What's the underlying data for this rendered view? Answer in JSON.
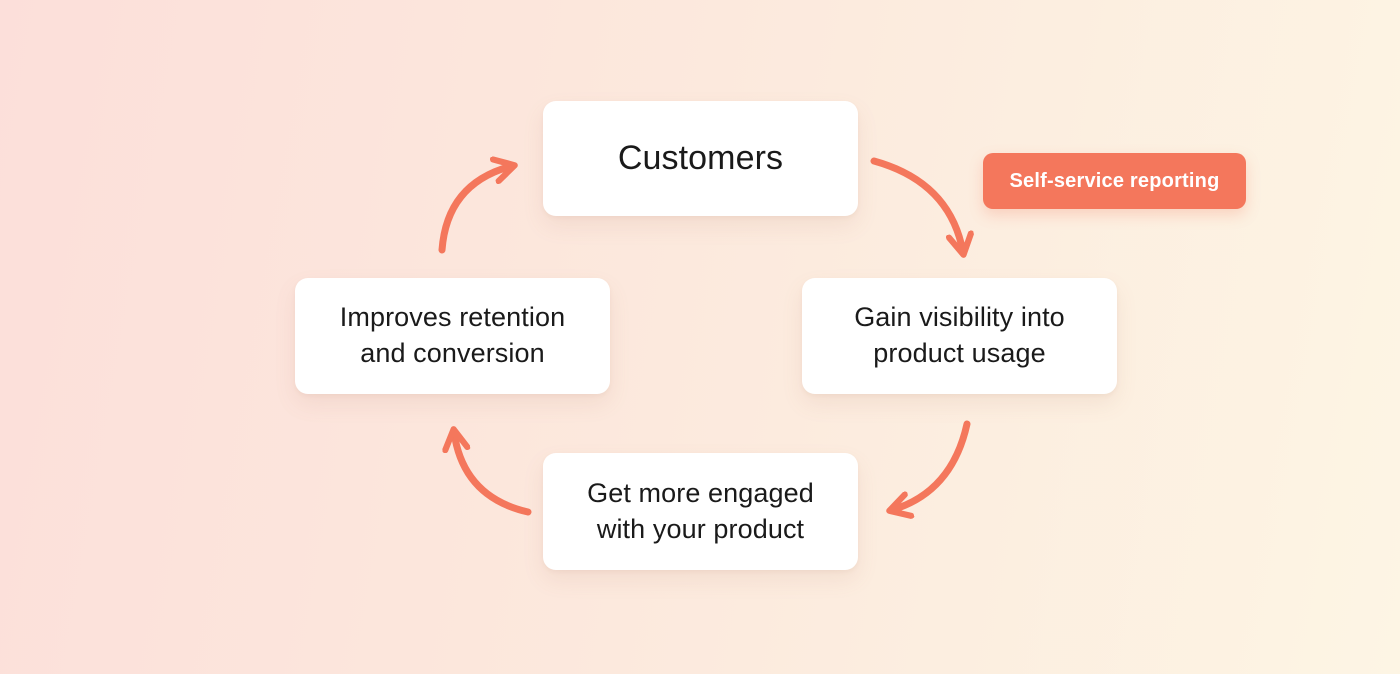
{
  "colors": {
    "accent": "#f4775c",
    "text": "#1a1a1a",
    "bg-left": "#fcdfda",
    "bg-mid": "#fce9dd",
    "bg-right": "#fdf5e4"
  },
  "diagram": {
    "type": "cycle",
    "nodes": [
      {
        "id": "customers",
        "label": "Customers"
      },
      {
        "id": "gain-visibility",
        "label": "Gain visibility into\nproduct usage"
      },
      {
        "id": "get-engaged",
        "label": "Get more engaged\nwith your product"
      },
      {
        "id": "improves-retention",
        "label": "Improves retention\nand conversion"
      }
    ],
    "edges": [
      {
        "from": "customers",
        "to": "gain-visibility"
      },
      {
        "from": "gain-visibility",
        "to": "get-engaged"
      },
      {
        "from": "get-engaged",
        "to": "improves-retention"
      },
      {
        "from": "improves-retention",
        "to": "customers"
      }
    ],
    "badge": {
      "label": "Self-service reporting"
    }
  }
}
